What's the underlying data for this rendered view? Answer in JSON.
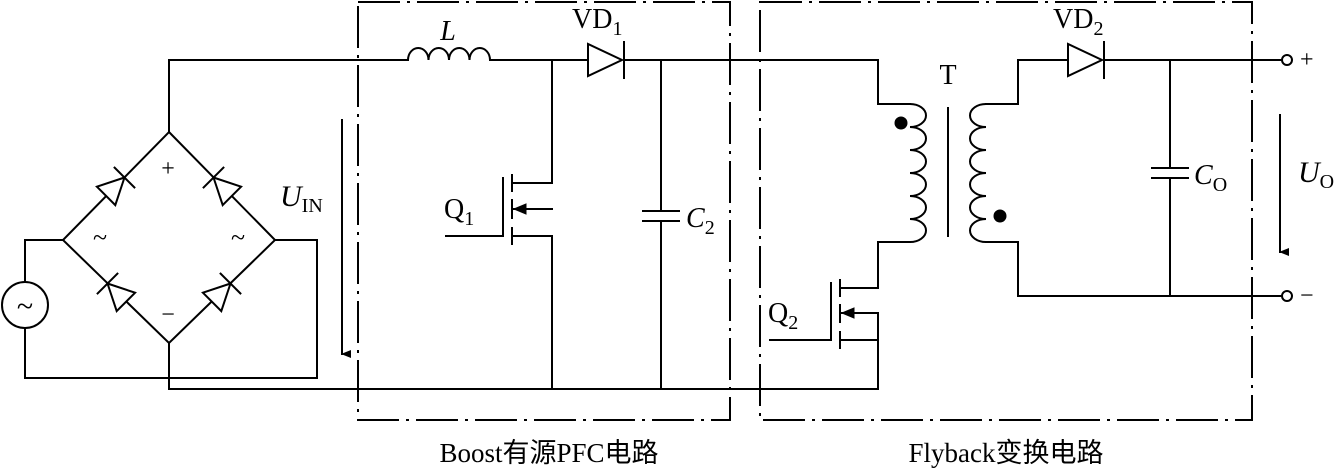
{
  "labels": {
    "inductor": "L",
    "diode1": "VD",
    "diode1_sub": "1",
    "diode2": "VD",
    "diode2_sub": "2",
    "transformer": "T",
    "q1": "Q",
    "q1_sub": "1",
    "q2": "Q",
    "q2_sub": "2",
    "cap2": "C",
    "cap2_sub": "2",
    "capo": "C",
    "capo_sub": "O",
    "uin": "U",
    "uin_sub": "IN",
    "uo": "U",
    "uo_sub": "O",
    "plus_out": "+",
    "minus_out": "−",
    "bridge_plus": "+",
    "bridge_minus": "−",
    "bridge_ac_left": "~",
    "bridge_ac_right": "~",
    "source": "~"
  },
  "captions": {
    "boost": "Boost有源PFC电路",
    "flyback": "Flyback变换电路"
  }
}
